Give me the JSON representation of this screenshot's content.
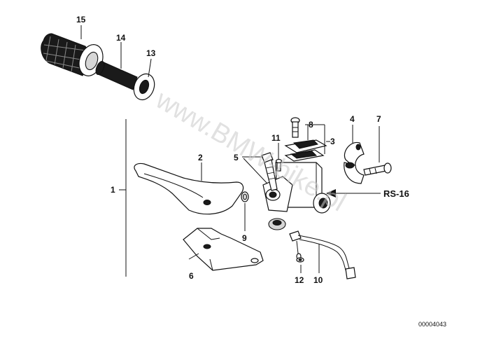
{
  "watermark": "www.BMW-bike.pl",
  "drawing_code": "00004043",
  "reference": "RS-16",
  "callouts": {
    "c1": "1",
    "c2": "2",
    "c3": "3",
    "c4": "4",
    "c5": "5",
    "c6": "6",
    "c7": "7",
    "c8": "8",
    "c9": "9",
    "c10": "10",
    "c11": "11",
    "c12": "12",
    "c13": "13",
    "c14": "14",
    "c15": "15"
  }
}
